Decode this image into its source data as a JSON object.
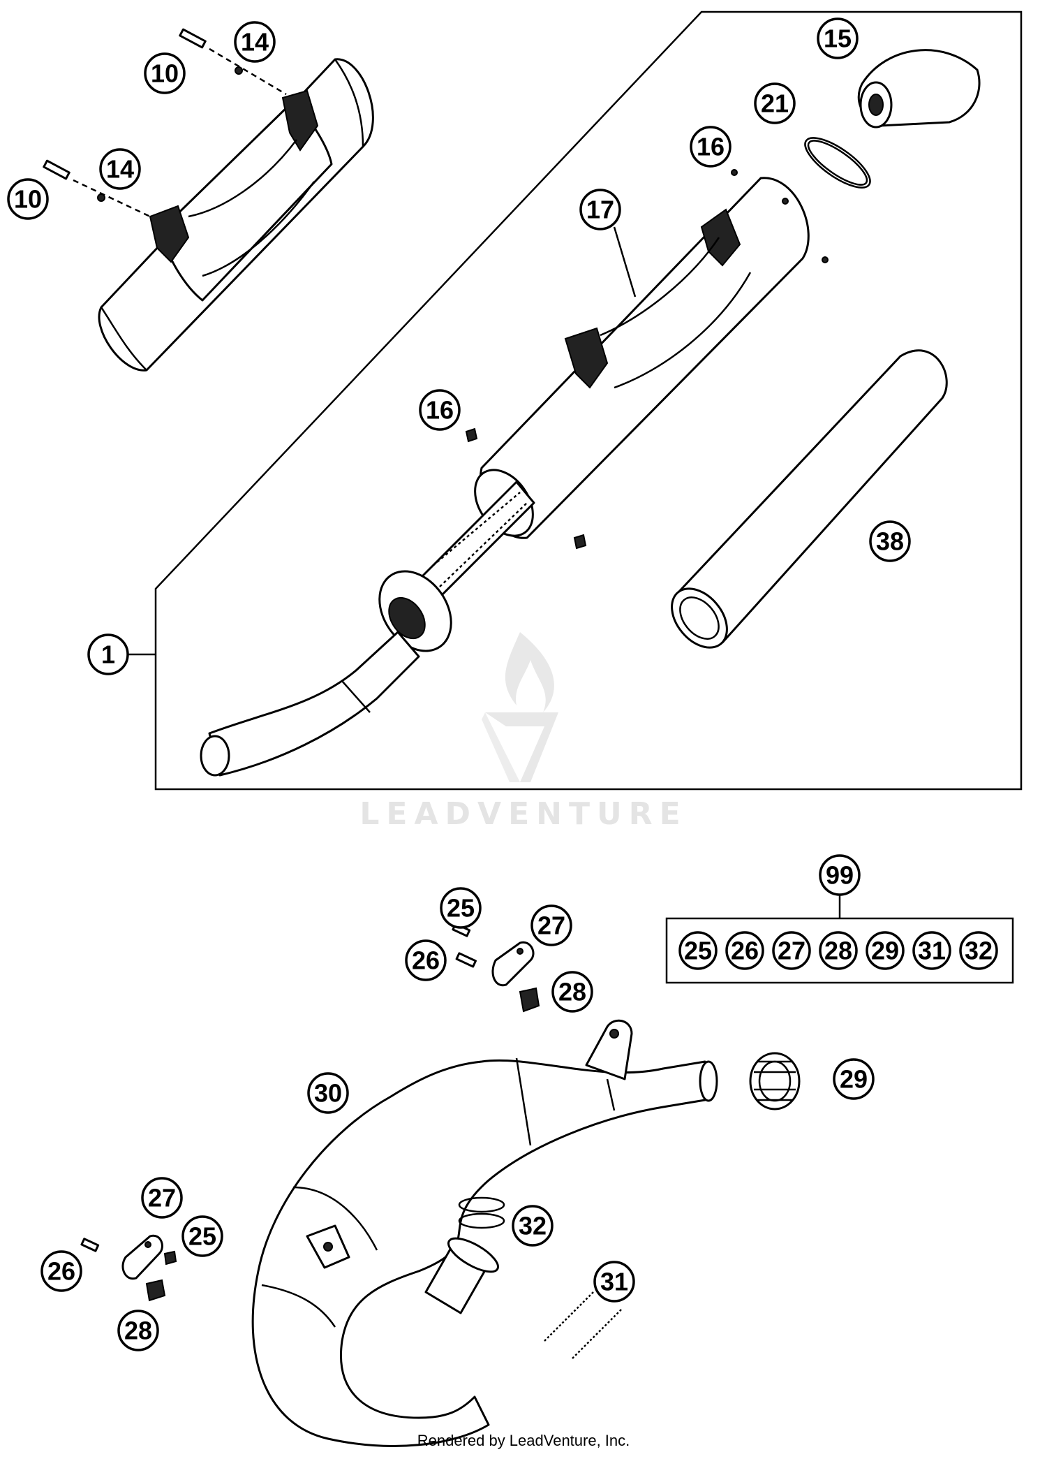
{
  "diagram": {
    "callouts": {
      "c1": "1",
      "c10a": "10",
      "c10b": "10",
      "c14a": "14",
      "c14b": "14",
      "c15": "15",
      "c16a": "16",
      "c16b": "16",
      "c17": "17",
      "c21": "21",
      "c38": "38",
      "c99": "99",
      "c25a": "25",
      "c26a": "26",
      "c27a": "27",
      "c28a": "28",
      "c29": "29",
      "c30": "30",
      "c31": "31",
      "c32": "32",
      "c27b": "27",
      "c25b": "25",
      "c26b": "26",
      "c28b": "28"
    },
    "kit_items": [
      "25",
      "26",
      "27",
      "28",
      "29",
      "31",
      "32"
    ],
    "watermark": "LEADVENTURE",
    "credit": "Rendered by LeadVenture, Inc."
  }
}
